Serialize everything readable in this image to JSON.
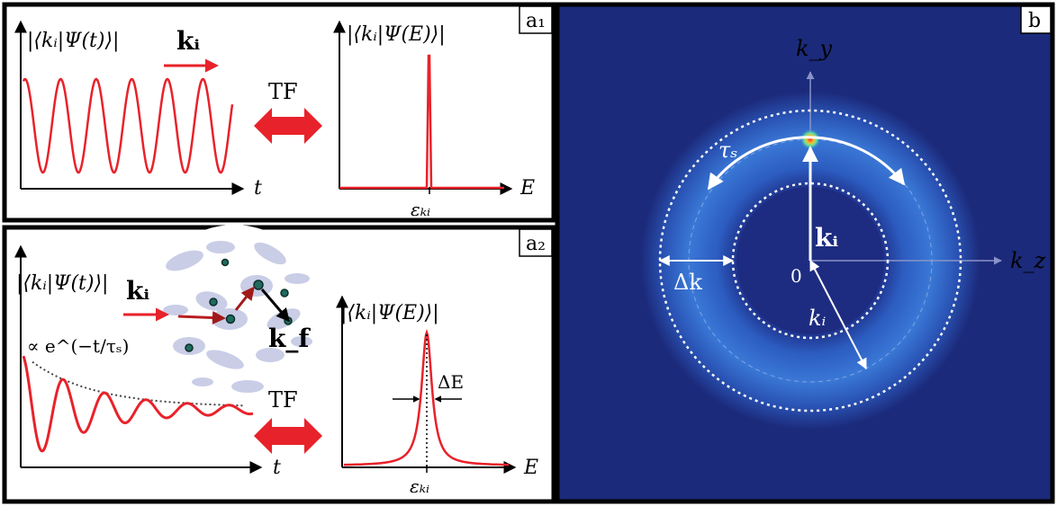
{
  "panel_a1": {
    "tag": "a₁",
    "time_label": "|⟨kᵢ|Ψ(t)⟩|",
    "time_axis": "t",
    "k_label": "kᵢ",
    "tf_label": "TF",
    "energy_label": "|⟨kᵢ|Ψ(E)⟩|",
    "energy_axis": "E",
    "energy_tick": "εₖᵢ"
  },
  "panel_a2": {
    "tag": "a₂",
    "time_label": "|⟨kᵢ|Ψ(t)⟩|",
    "time_axis": "t",
    "ki_label": "kᵢ",
    "kf_label": "k_f",
    "decay_label": "∝ e^(−t/τₛ)",
    "tf_label": "TF",
    "energy_label": "|⟨kᵢ|Ψ(E)⟩|",
    "energy_axis": "E",
    "width_label": "ΔE",
    "energy_tick": "εₖᵢ"
  },
  "panel_b": {
    "tag": "b",
    "ky_label": "k_y",
    "kz_label": "k_z",
    "tau_label": "τₛ",
    "ki_vec_label": "kᵢ",
    "origin_label": "0",
    "radius_label": "kᵢ",
    "dk_label": "Δk"
  },
  "colors": {
    "signal_red": "#e8222a",
    "dark_red": "#a01a1a",
    "background_blue": "#1b2a7a",
    "ring_blue": "#2f63c4",
    "hotspot": "#f2a020"
  }
}
